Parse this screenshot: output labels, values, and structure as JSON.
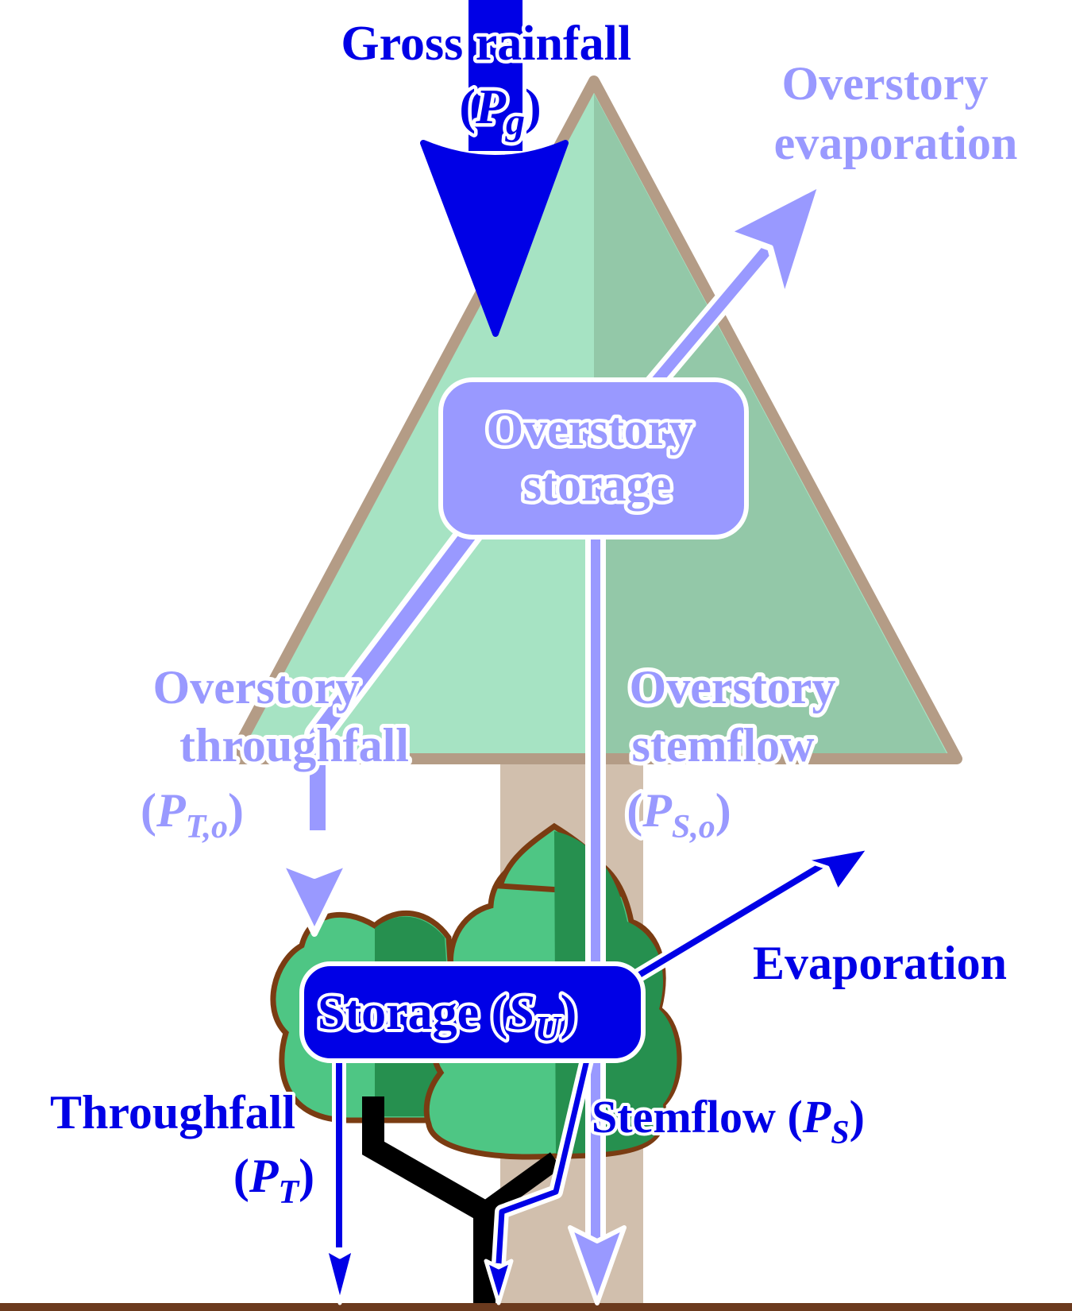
{
  "colors": {
    "strong_blue": "#0000e6",
    "light_blue": "#9999ff",
    "overstory_light": "#a6e3c3",
    "overstory_dark": "#93c8a8",
    "overstory_outline": "#b49c86",
    "trunk": "#d1bfad",
    "shrub_light": "#4ec684",
    "shrub_dark": "#26904f",
    "shrub_outline": "#7a3c12",
    "branch": "#000000",
    "ground": "#6b3a1e"
  },
  "labels": {
    "gross_rainfall": {
      "line1": "Gross rainfall",
      "sym_open": "(",
      "sym": "P",
      "sub": "g",
      "sym_close": ")"
    },
    "overstory_evaporation": {
      "line1": "Overstory",
      "line2": "evaporation"
    },
    "overstory_storage": {
      "line1": "Overstory",
      "line2": "storage"
    },
    "overstory_throughfall": {
      "line1": "Overstory",
      "line2": "throughfall",
      "sym_open": "(",
      "sym": "P",
      "sub": "T,o",
      "sym_close": ")"
    },
    "overstory_stemflow": {
      "line1": "Overstory",
      "line2": "stemflow",
      "sym_open": "(",
      "sym": "P",
      "sub": "S,o",
      "sym_close": ")"
    },
    "evaporation": {
      "line1": "Evaporation"
    },
    "understory_storage": {
      "text": "Storage (",
      "sym": "S",
      "sub": "U",
      "close": ")"
    },
    "throughfall": {
      "line1": "Throughfall",
      "sym_open": "(",
      "sym": "P",
      "sub": "T",
      "sym_close": ")"
    },
    "stemflow": {
      "text": "Stemflow (",
      "sym": "P",
      "sub": "S",
      "close": ")"
    }
  }
}
